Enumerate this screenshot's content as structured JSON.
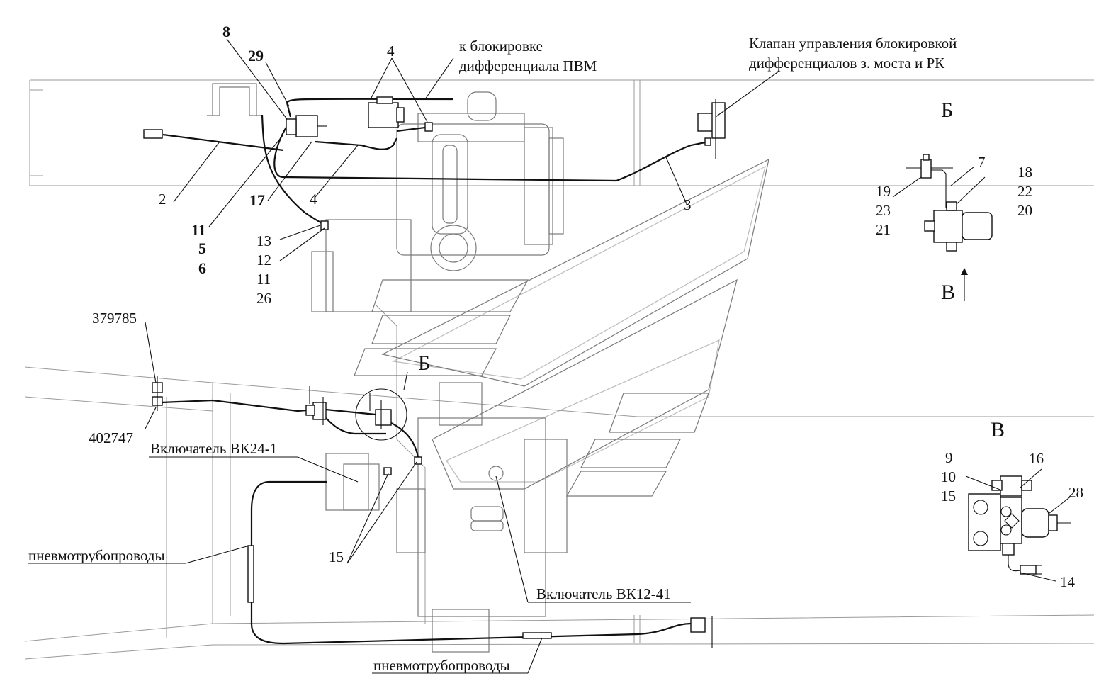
{
  "labels": {
    "l8": "8",
    "l29": "29",
    "l4a": "4",
    "l2": "2",
    "l11b": "11",
    "l5": "5",
    "l6": "6",
    "l17": "17",
    "l4b": "4",
    "l3": "3",
    "l13": "13",
    "l12": "12",
    "l11": "11",
    "l26": "26",
    "l379785": "379785",
    "l402747": "402747",
    "l15": "15",
    "b7": "7",
    "b18": "18",
    "b22": "22",
    "b20": "20",
    "b19": "19",
    "b23": "23",
    "b21": "21",
    "v9": "9",
    "v10": "10",
    "v15": "15",
    "v16": "16",
    "v28": "28",
    "v14": "14"
  },
  "notes": {
    "pvm_line1": "к блокировке",
    "pvm_line2": "дифференциала ПВМ",
    "valve_line1": "Клапан управления блокировкой",
    "valve_line2": "дифференциалов з. моста и РК",
    "switch_vk24": "Включатель ВК24-1",
    "switch_vk12": "Включатель ВК12-41",
    "pneumo_left": "пневмотрубопроводы",
    "pneumo_bottom": "пневмотрубопроводы"
  },
  "views": {
    "view_b_callout": "Б",
    "view_b_title": "Б",
    "view_v_arrow": "В",
    "view_v_title": "В"
  }
}
